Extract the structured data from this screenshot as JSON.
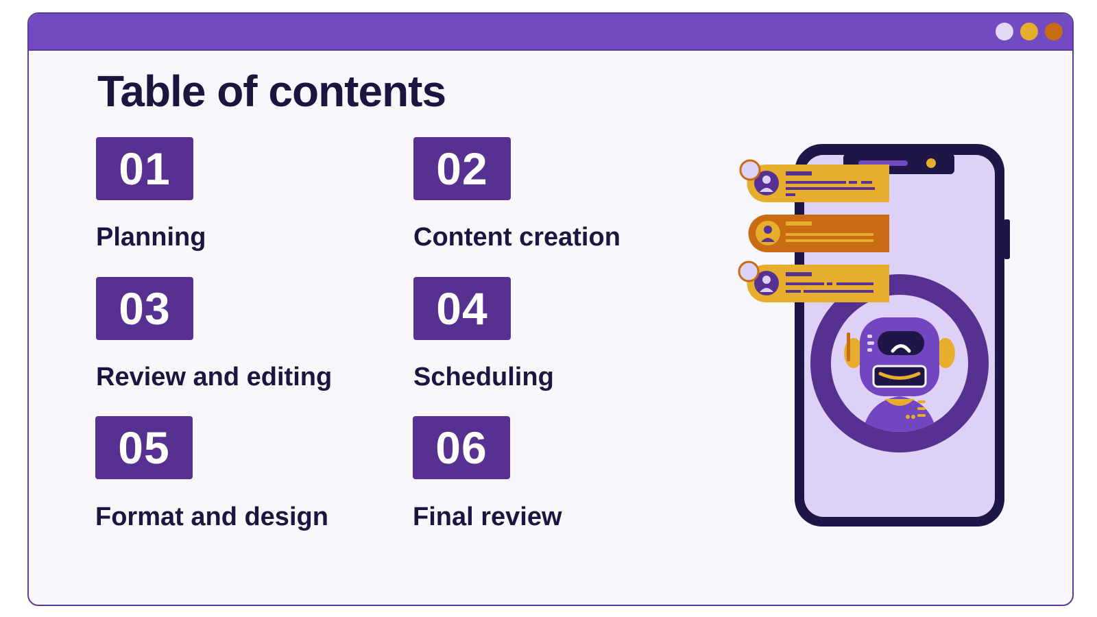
{
  "page": {
    "title": "Table of contents"
  },
  "window": {
    "titlebar_color": "#724bc2",
    "background_color": "#f9f7fc",
    "controls": [
      {
        "icon": "circle-light-icon",
        "color": "#e3d9f4"
      },
      {
        "icon": "circle-yellow-icon",
        "color": "#e7ad2d"
      },
      {
        "icon": "circle-orange-icon",
        "color": "#c86b13"
      }
    ]
  },
  "items": [
    {
      "number": "01",
      "label": "Planning"
    },
    {
      "number": "02",
      "label": "Content creation"
    },
    {
      "number": "03",
      "label": "Review and editing"
    },
    {
      "number": "04",
      "label": "Scheduling"
    },
    {
      "number": "05",
      "label": "Format and design"
    },
    {
      "number": "06",
      "label": "Final review"
    }
  ],
  "illustration": {
    "icon": "phone-chatbot-illustration",
    "accent_color": "#563192",
    "bubble_colors": [
      "#e7ad2d",
      "#c86b13",
      "#e7ad2d"
    ]
  }
}
